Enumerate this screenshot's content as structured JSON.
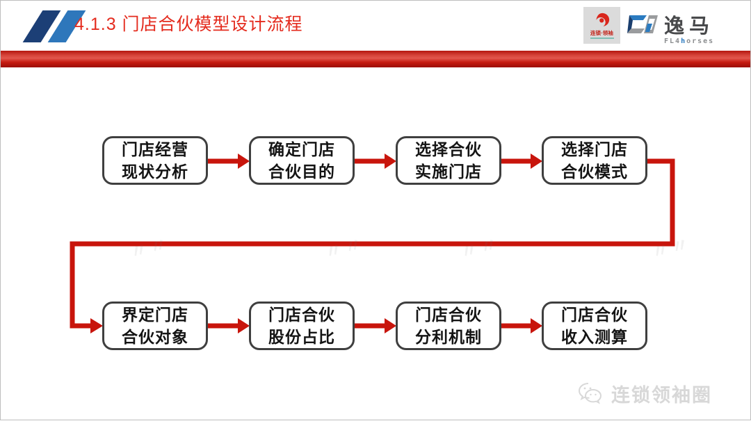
{
  "slide": {
    "title": "4.1.3 门店合伙模型设计流程"
  },
  "logos": {
    "chain_leader_badge": {
      "label": "连锁·领袖"
    },
    "yima": {
      "name": "逸马",
      "tagline_parts": [
        "FL4",
        "h",
        "orses"
      ]
    }
  },
  "flow": {
    "rows": [
      {
        "steps": [
          {
            "line1": "门店经营",
            "line2": "现状分析"
          },
          {
            "line1": "确定门店",
            "line2": "合伙目的"
          },
          {
            "line1": "选择合伙",
            "line2": "实施门店"
          },
          {
            "line1": "选择门店",
            "line2": "合伙模式"
          }
        ]
      },
      {
        "steps": [
          {
            "line1": "界定门店",
            "line2": "合伙对象"
          },
          {
            "line1": "门店合伙",
            "line2": "股份占比"
          },
          {
            "line1": "门店合伙",
            "line2": "分利机制"
          },
          {
            "line1": "门店合伙",
            "line2": "收入测算"
          }
        ]
      }
    ]
  },
  "watermark": {
    "text": "连锁领袖圈"
  },
  "colors": {
    "title_red": "#E42B1E",
    "bar_red": "#C4170E",
    "arrow_red": "#C8150C",
    "box_border": "#3F3F3F",
    "logo_navy": "#1C3F76",
    "logo_blue": "#2E77BB"
  }
}
